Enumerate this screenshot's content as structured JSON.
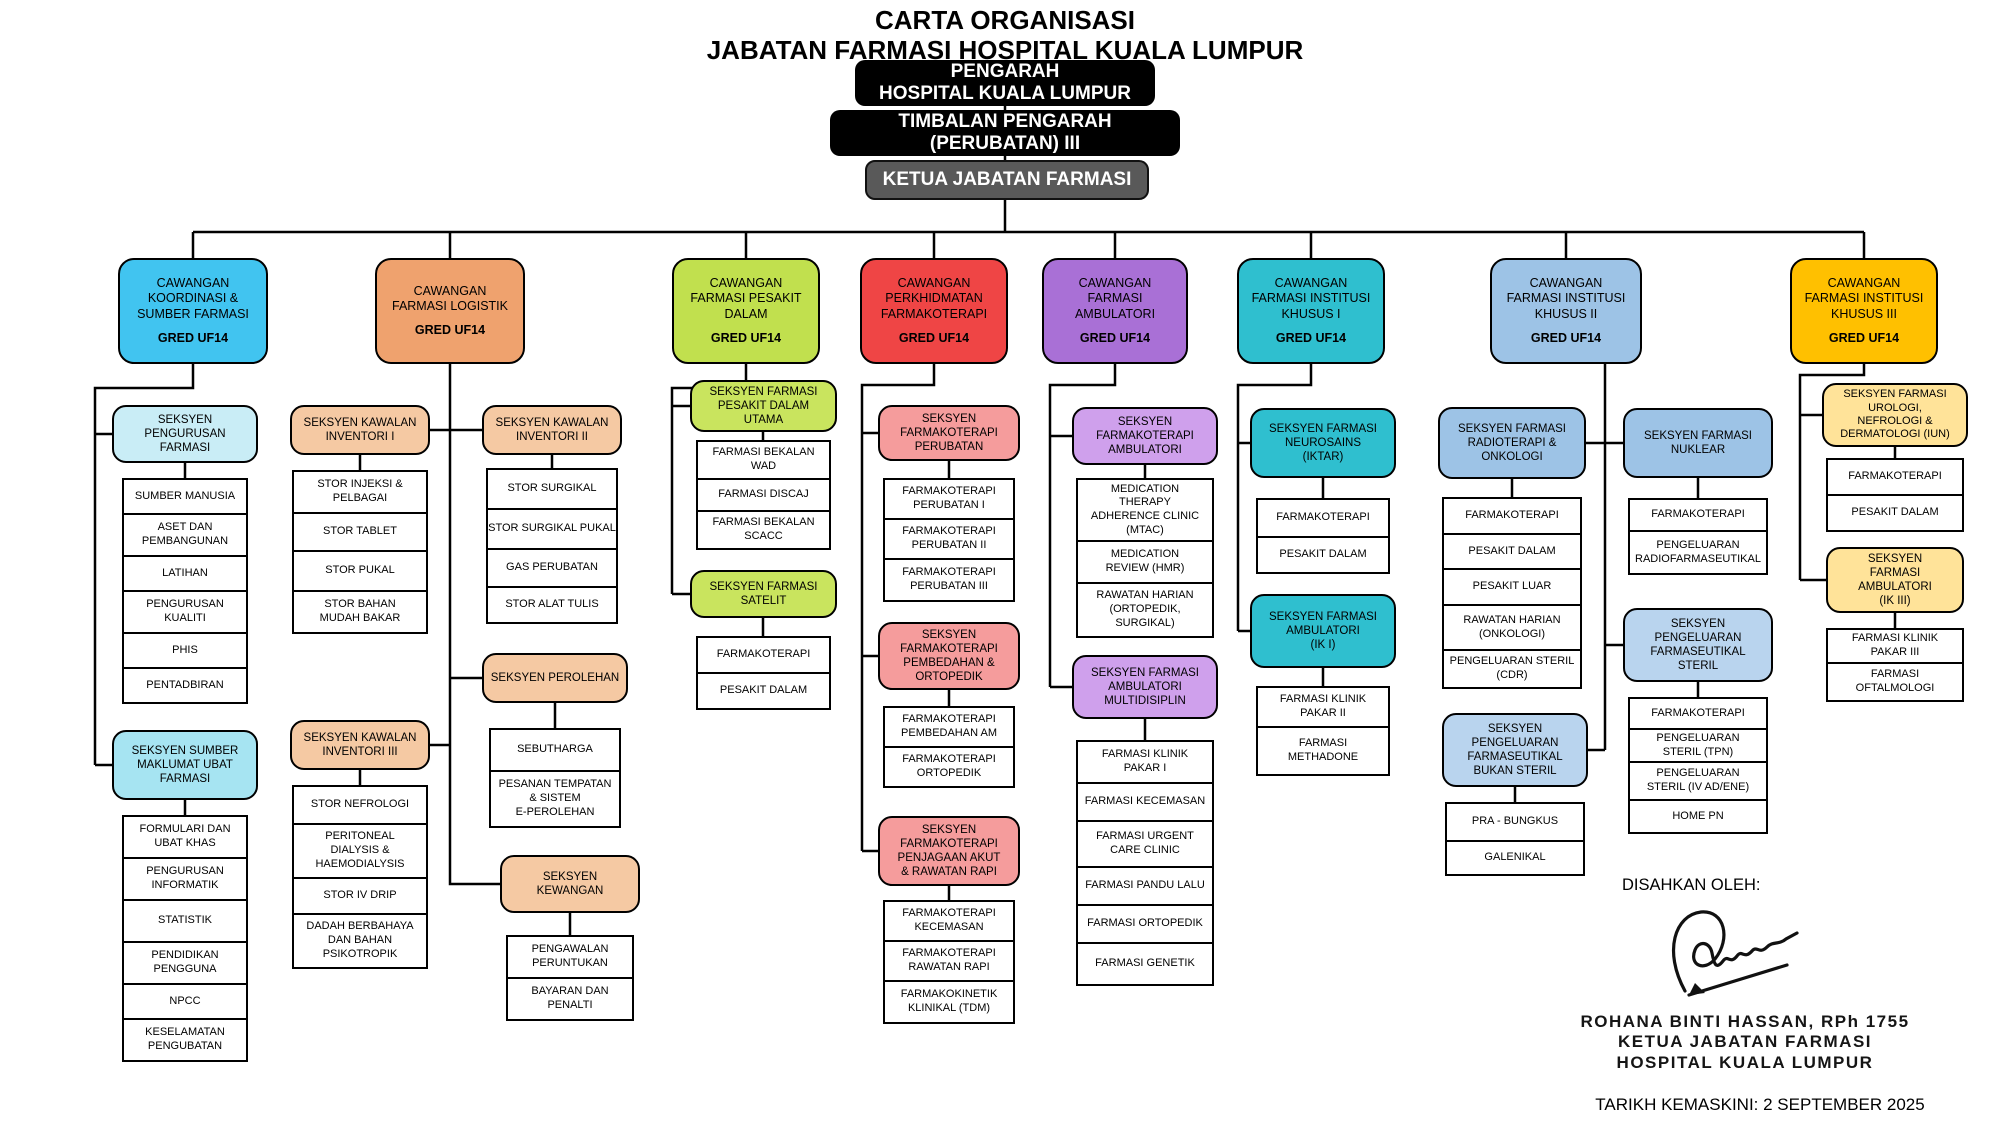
{
  "header": {
    "title_line1": "CARTA ORGANISASI",
    "title_line2": "JABATAN FARMASI HOSPITAL KUALA LUMPUR",
    "pengarah": "PENGARAH\nHOSPITAL KUALA LUMPUR",
    "timbalan": "TIMBALAN PENGARAH\n(PERUBATAN) III",
    "ketua": "KETUA JABATAN FARMASI",
    "colors": {
      "top_box": "#000000",
      "ketua_box": "#595959"
    }
  },
  "columns": [
    {
      "branch": {
        "title": "CAWANGAN\nKOORDINASI &\nSUMBER FARMASI",
        "gred": "GRED UF14"
      },
      "color": "#41C4F0",
      "sections": [
        {
          "name": "SEKSYEN\nPENGURUSAN\nFARMASI",
          "color": "#C9EDF6",
          "items": [
            "SUMBER MANUSIA",
            "ASET DAN\nPEMBANGUNAN",
            "LATIHAN",
            "PENGURUSAN\nKUALITI",
            "PHIS",
            "PENTADBIRAN"
          ]
        },
        {
          "name": "SEKSYEN SUMBER\nMAKLUMAT UBAT\nFARMASI",
          "color": "#A6E4F2",
          "items": [
            "FORMULARI DAN\nUBAT KHAS",
            "PENGURUSAN\nINFORMATIK",
            "STATISTIK",
            "PENDIDIKAN\nPENGGUNA",
            "NPCC",
            "KESELAMATAN\nPENGUBATAN"
          ]
        }
      ]
    },
    {
      "branch": {
        "title": "CAWANGAN\nFARMASI LOGISTIK",
        "gred": "GRED UF14"
      },
      "color": "#EFA26E",
      "sections": [
        {
          "name": "SEKSYEN KAWALAN\nINVENTORI I",
          "color": "#F5C9A3",
          "items": [
            "STOR INJEKSI &\nPELBAGAI",
            "STOR TABLET",
            "STOR PUKAL",
            "STOR BAHAN\nMUDAH BAKAR"
          ]
        },
        {
          "name": "SEKSYEN KAWALAN\nINVENTORI II",
          "color": "#F5C9A3",
          "items": [
            "STOR SURGIKAL",
            "STOR SURGIKAL PUKAL",
            "GAS PERUBATAN",
            "STOR ALAT TULIS"
          ]
        },
        {
          "name": "SEKSYEN KAWALAN\nINVENTORI III",
          "color": "#F5C9A3",
          "items": [
            "STOR NEFROLOGI",
            "PERITONEAL\nDIALYSIS &\nHAEMODIALYSIS",
            "STOR IV DRIP",
            "DADAH BERBAHAYA\nDAN BAHAN\nPSIKOTROPIK"
          ]
        },
        {
          "name": "SEKSYEN PEROLEHAN",
          "color": "#F5C9A3",
          "items": [
            "SEBUTHARGA",
            "PESANAN TEMPATAN\n& SISTEM\nE-PEROLEHAN"
          ]
        },
        {
          "name": "SEKSYEN\nKEWANGAN",
          "color": "#F5C9A3",
          "items": [
            "PENGAWALAN\nPERUNTUKAN",
            "BAYARAN DAN\nPENALTI"
          ]
        }
      ]
    },
    {
      "branch": {
        "title": "CAWANGAN\nFARMASI PESAKIT\nDALAM",
        "gred": "GRED UF14"
      },
      "color": "#C1E04E",
      "sections": [
        {
          "name": "SEKSYEN FARMASI\nPESAKIT DALAM\nUTAMA",
          "color": "#C9E45E",
          "items": [
            "FARMASI BEKALAN\nWAD",
            "FARMASI DISCAJ",
            "FARMASI BEKALAN\nSCACC"
          ]
        },
        {
          "name": "SEKSYEN FARMASI\nSATELIT",
          "color": "#C9E45E",
          "items": [
            "FARMAKOTERAPI",
            "PESAKIT DALAM"
          ]
        }
      ]
    },
    {
      "branch": {
        "title": "CAWANGAN\nPERKHIDMATAN\nFARMAKOTERAPI",
        "gred": "GRED UF14"
      },
      "color": "#EF4545",
      "sections": [
        {
          "name": "SEKSYEN\nFARMAKOTERAPI\nPERUBATAN",
          "color": "#F59C9C",
          "items": [
            "FARMAKOTERAPI\nPERUBATAN I",
            "FARMAKOTERAPI\nPERUBATAN II",
            "FARMAKOTERAPI\nPERUBATAN III"
          ]
        },
        {
          "name": "SEKSYEN\nFARMAKOTERAPI\nPEMBEDAHAN &\nORTOPEDIK",
          "color": "#F59C9C",
          "items": [
            "FARMAKOTERAPI\nPEMBEDAHAN AM",
            "FARMAKOTERAPI\nORTOPEDIK"
          ]
        },
        {
          "name": "SEKSYEN\nFARMAKOTERAPI\nPENJAGAAN AKUT\n& RAWATAN RAPI",
          "color": "#F59C9C",
          "items": [
            "FARMAKOTERAPI\nKECEMASAN",
            "FARMAKOTERAPI\nRAWATAN RAPI",
            "FARMAKOKINETIK\nKLINIKAL (TDM)"
          ]
        }
      ]
    },
    {
      "branch": {
        "title": "CAWANGAN\nFARMASI\nAMBULATORI",
        "gred": "GRED UF14"
      },
      "color": "#A970D6",
      "sections": [
        {
          "name": "SEKSYEN\nFARMAKOTERAPI\nAMBULATORI",
          "color": "#CFA0EC",
          "items": [
            "MEDICATION\nTHERAPY\nADHERENCE CLINIC\n(MTAC)",
            "MEDICATION\nREVIEW (HMR)",
            "RAWATAN HARIAN\n(ORTOPEDIK,\nSURGIKAL)"
          ]
        },
        {
          "name": "SEKSYEN FARMASI\nAMBULATORI\nMULTIDISIPLIN",
          "color": "#CFA0EC",
          "items": [
            "FARMASI KLINIK\nPAKAR I",
            "FARMASI KECEMASAN",
            "FARMASI URGENT\nCARE CLINIC",
            "FARMASI PANDU LALU",
            "FARMASI ORTOPEDIK",
            "FARMASI GENETIK"
          ]
        }
      ]
    },
    {
      "branch": {
        "title": "CAWANGAN\nFARMASI INSTITUSI\nKHUSUS I",
        "gred": "GRED UF14"
      },
      "color": "#2FBFCF",
      "sections": [
        {
          "name": "SEKSYEN FARMASI\nNEUROSAINS\n(IKTAR)",
          "color": "#2FBFCF",
          "items": [
            "FARMAKOTERAPI",
            "PESAKIT DALAM"
          ]
        },
        {
          "name": "SEKSYEN FARMASI\nAMBULATORI\n(IK I)",
          "color": "#2FBFCF",
          "items": [
            "FARMASI KLINIK\nPAKAR II",
            "FARMASI\nMETHADONE"
          ]
        }
      ]
    },
    {
      "branch": {
        "title": "CAWANGAN\nFARMASI INSTITUSI\nKHUSUS II",
        "gred": "GRED UF14"
      },
      "color": "#9DC3E6",
      "sections": [
        {
          "name": "SEKSYEN FARMASI\nRADIOTERAPI &\nONKOLOGI",
          "color": "#9DC3E6",
          "items": [
            "FARMAKOTERAPI",
            "PESAKIT DALAM",
            "PESAKIT LUAR",
            "RAWATAN HARIAN\n(ONKOLOGI)",
            "PENGELUARAN STERIL\n(CDR)"
          ]
        },
        {
          "name": "SEKSYEN FARMASI\nNUKLEAR",
          "color": "#9DC3E6",
          "items": [
            "FARMAKOTERAPI",
            "PENGELUARAN\nRADIOFARMASEUTIKAL"
          ]
        },
        {
          "name": "SEKSYEN\nPENGELUARAN\nFARMASEUTIKAL\nSTERIL",
          "color": "#B9D4EE",
          "items": [
            "FARMAKOTERAPI",
            "PENGELUARAN\nSTERIL (TPN)",
            "PENGELUARAN\nSTERIL (IV AD/ENE)",
            "HOME PN"
          ]
        },
        {
          "name": "SEKSYEN\nPENGELUARAN\nFARMASEUTIKAL\nBUKAN STERIL",
          "color": "#B9D4EE",
          "items": [
            "PRA - BUNGKUS",
            "GALENIKAL"
          ]
        }
      ]
    },
    {
      "branch": {
        "title": "CAWANGAN\nFARMASI INSTITUSI\nKHUSUS III",
        "gred": "GRED UF14"
      },
      "color": "#FFC000",
      "sections": [
        {
          "name": "SEKSYEN FARMASI\nUROLOGI,\nNEFROLOGI &\nDERMATOLOGI (IUN)",
          "color": "#FFE399",
          "items": [
            "FARMAKOTERAPI",
            "PESAKIT DALAM"
          ]
        },
        {
          "name": "SEKSYEN\nFARMASI\nAMBULATORI\n(IK III)",
          "color": "#FFE399",
          "items": [
            "FARMASI KLINIK\nPAKAR III",
            "FARMASI\nOFTALMOLOGI"
          ]
        }
      ]
    }
  ],
  "footer": {
    "approved_label": "DISAHKAN OLEH:",
    "name": "ROHANA BINTI HASSAN, RPh 1755",
    "role": "KETUA JABATAN FARMASI",
    "org": "HOSPITAL KUALA LUMPUR",
    "updated": "TARIKH KEMASKINI: 2 SEPTEMBER 2025"
  }
}
